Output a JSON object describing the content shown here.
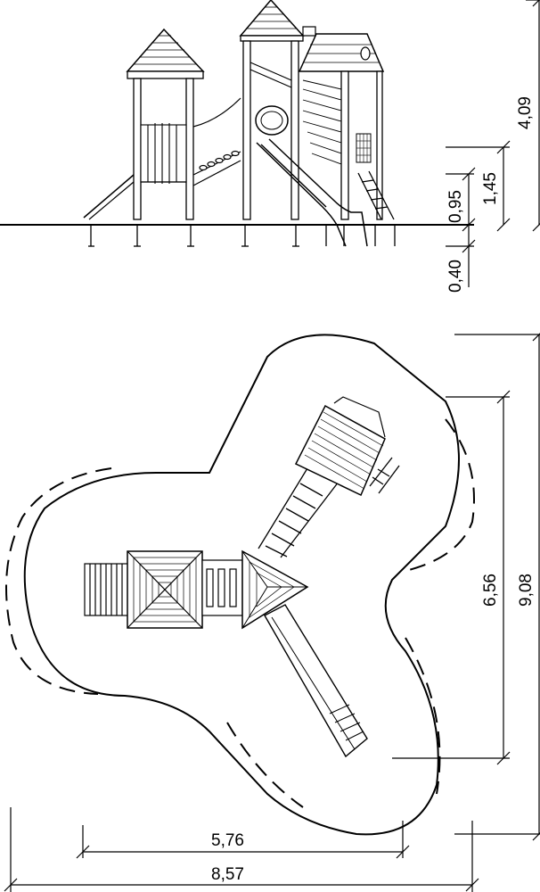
{
  "elevation_dimensions": {
    "total_height": "4,09",
    "platform_high": "1,45",
    "platform_low": "0,95",
    "foundation_depth": "0,40"
  },
  "plan_dimensions": {
    "inner_width": "5,76",
    "outer_width": "8,57",
    "inner_length": "6,56",
    "outer_length": "9,08"
  }
}
